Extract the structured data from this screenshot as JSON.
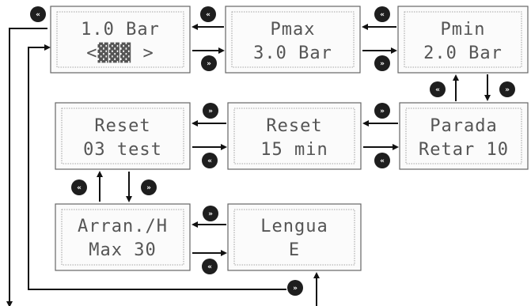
{
  "displays": {
    "pressure": {
      "line1": "1.0 Bar",
      "line2": "<▓▓▓    >"
    },
    "pmax": {
      "line1": "Pmax",
      "line2": "3.0 Bar"
    },
    "pmin": {
      "line1": "Pmin",
      "line2": "2.0 Bar"
    },
    "parada": {
      "line1": "Parada",
      "line2": "Retar 10"
    },
    "reset_min": {
      "line1": "Reset",
      "line2": "15 min"
    },
    "reset_test": {
      "line1": "Reset",
      "line2": "03 test"
    },
    "arranque": {
      "line1": "Arran./H",
      "line2": "Max 30"
    },
    "lengua": {
      "line1": "Lengua",
      "line2": "E"
    }
  },
  "buttons": {
    "back_glyph": "«",
    "forward_glyph": "»"
  },
  "colors": {
    "line": "#111111",
    "lcd_text": "#555555",
    "button": "#1e1e1e"
  }
}
